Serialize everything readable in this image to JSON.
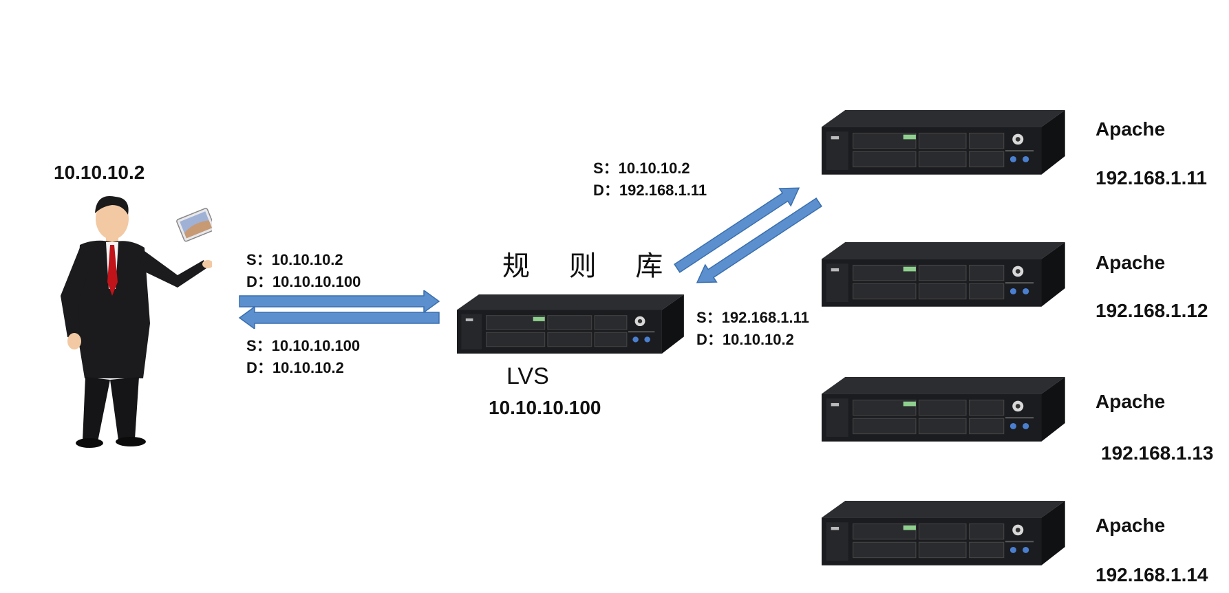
{
  "client": {
    "ip": "10.10.10.2"
  },
  "request_to_lvs": {
    "src": "S：10.10.10.2",
    "dst": "D：10.10.10.100"
  },
  "reply_to_client": {
    "src": "S：10.10.10.100",
    "dst": "D：10.10.10.2"
  },
  "lvs_to_backend": {
    "src": "S：10.10.10.2",
    "dst": "D：192.168.1.11"
  },
  "backend_to_lvs": {
    "src": "S：192.168.1.11",
    "dst": "D：10.10.10.2"
  },
  "rule_base": "规 则 库",
  "lvs": {
    "name": "LVS",
    "ip": "10.10.10.100"
  },
  "backends": [
    {
      "name": "Apache",
      "ip": "192.168.1.11"
    },
    {
      "name": "Apache",
      "ip": "192.168.1.12"
    },
    {
      "name": "Apache",
      "ip": "192.168.1.13"
    },
    {
      "name": "Apache",
      "ip": "192.168.1.14"
    }
  ],
  "colors": {
    "arrow_fill": "#5b8fce",
    "arrow_stroke": "#3a6fae",
    "server_body": "#1e1f22"
  }
}
